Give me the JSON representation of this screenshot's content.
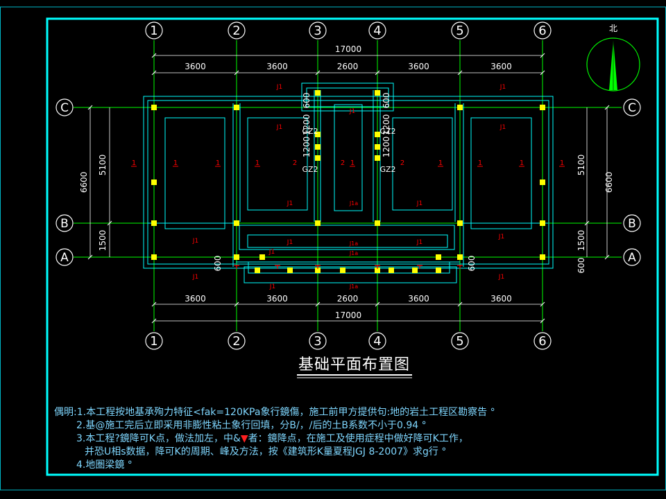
{
  "drawing": {
    "title": "基础平面布置图",
    "north_label": "北",
    "axes_x": [
      "1",
      "2",
      "3",
      "4",
      "5",
      "6"
    ],
    "axes_y": [
      "C",
      "B",
      "A"
    ],
    "dims_top": {
      "total": "17000",
      "spans": [
        "3600",
        "3600",
        "2600",
        "3600",
        "3600"
      ]
    },
    "dims_bottom": {
      "total": "17000",
      "spans": [
        "3600",
        "3600",
        "2600",
        "3600",
        "3600"
      ]
    },
    "dims_left": {
      "total": "6600",
      "upper": "5100",
      "lower": "1500",
      "small": "600"
    },
    "dims_right": {
      "total": "6600",
      "upper": "5100",
      "lower": "1500",
      "small": "600",
      "small2": "600"
    },
    "inner_dims": {
      "a": "600",
      "b": "1200",
      "c": "1200",
      "d": "600",
      "e": "1200",
      "f": "1200"
    },
    "column_labels": [
      "GZ2",
      "GZ2",
      "GZ2",
      "GZ2"
    ],
    "section_mark": "1",
    "section_mark_2": "2",
    "beam_marks": [
      "J1",
      "J1a"
    ],
    "colors": {
      "frame": "#00ffff",
      "grid": "#00ff00",
      "wall": "#00ffff",
      "column": "#ffff00",
      "mark": "#ff0000",
      "text": "#ffffff"
    }
  },
  "notes": {
    "line1_prefix": "偶明:1.本工程按地基承殉力特征<fak=120KPa象行鏡傷，施工前甲方提供句:地的岩土工程区勘察告",
    "line2": "2.基@施工完后立即采用非膨性粘土象行回填，分B/，/后的土B系数不小于0.94",
    "line3_a": "3.本工程?鏡降可K点，做法加左，中&",
    "line3_tri": "▼",
    "line3_b": "者：鏡降点，在施工及使用症程中做好降可K工作，",
    "line4": "并恐U相s数据，降可K的周期、峰及方法，按《建筑形K量夏程JGJ 8-2007》求g行",
    "line5": "4.地圏梁鏡"
  }
}
